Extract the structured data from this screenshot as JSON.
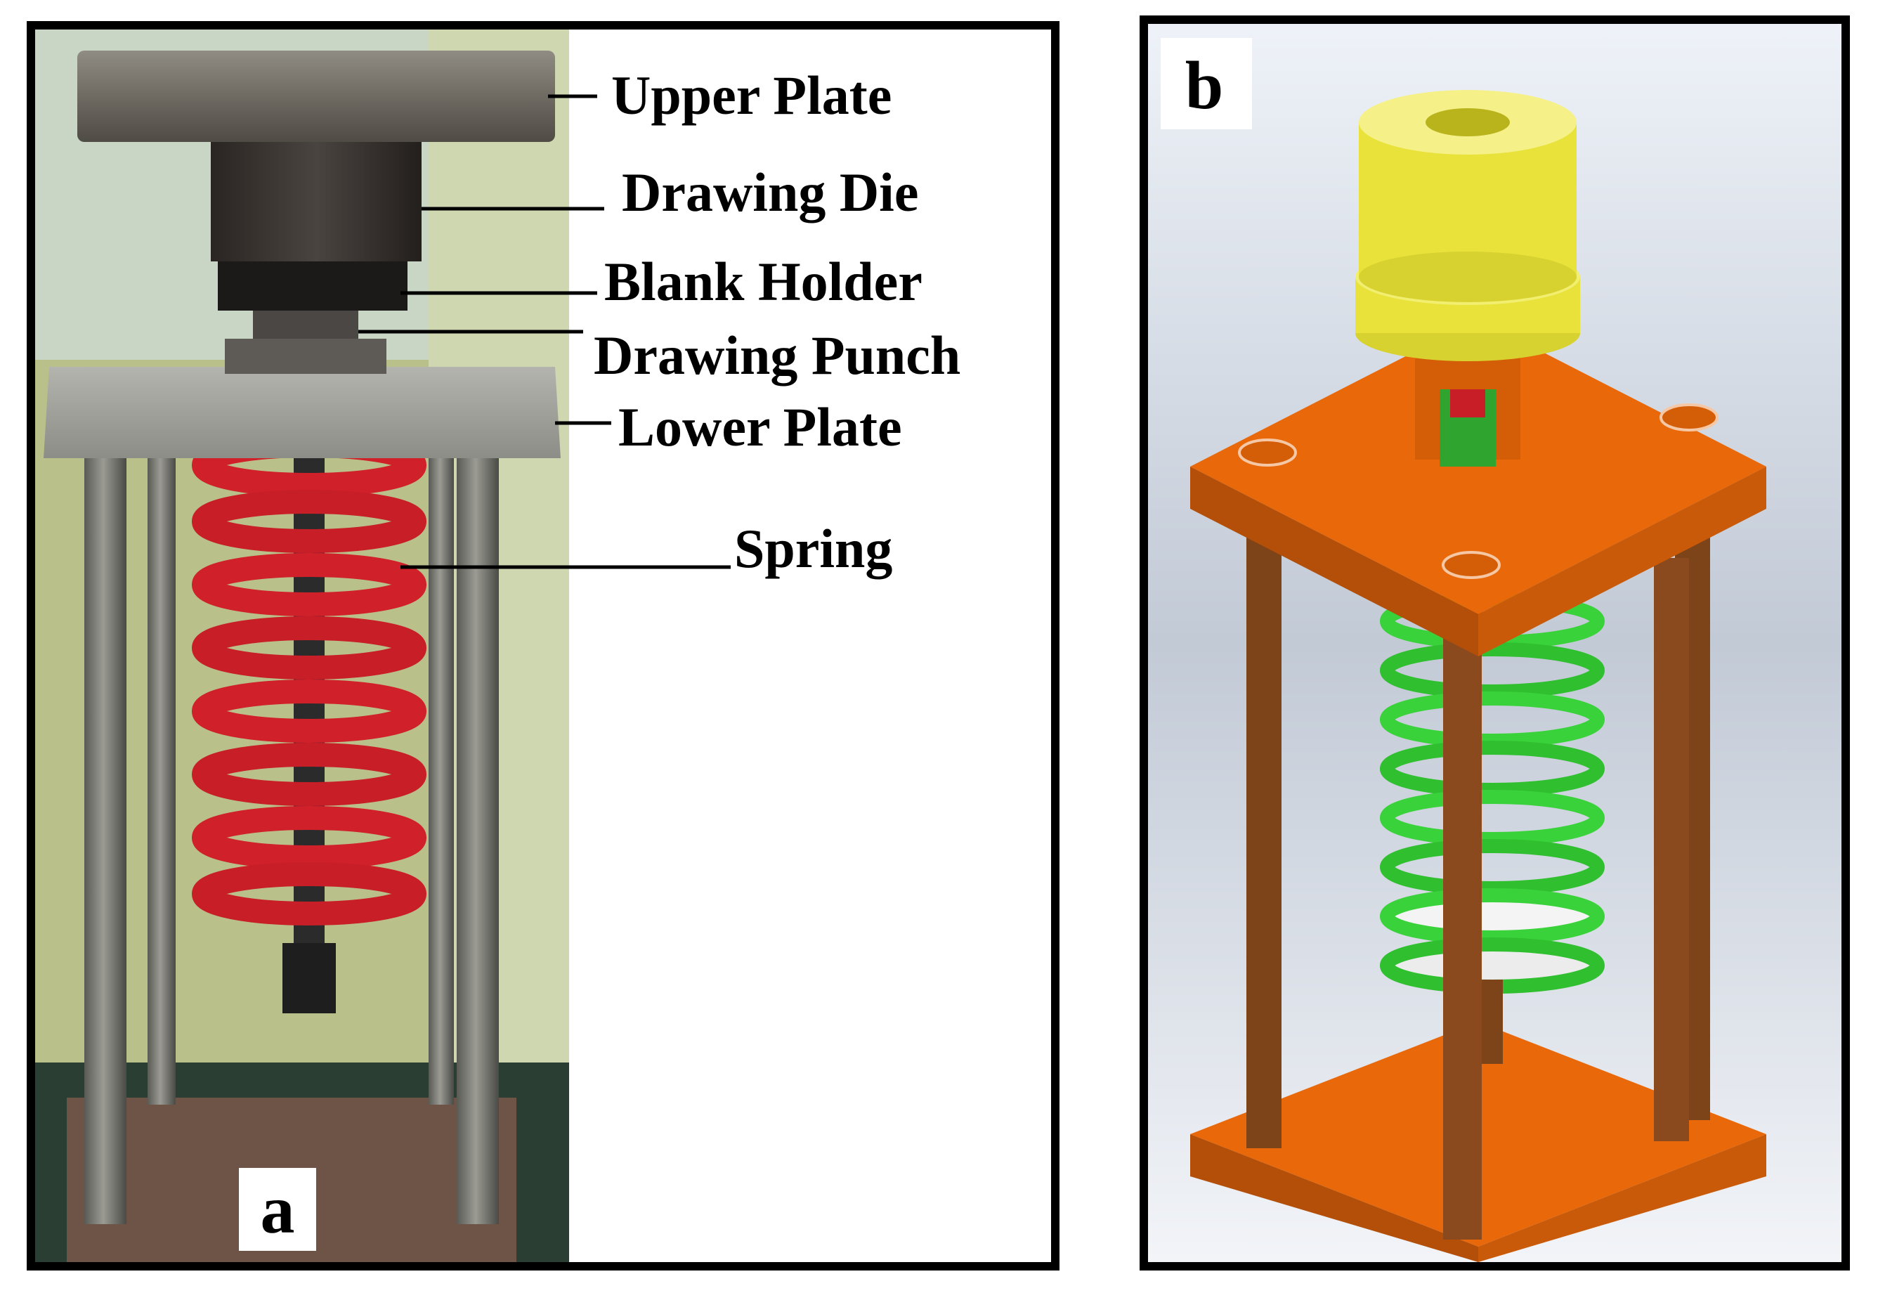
{
  "panel_a": {
    "tag": "a",
    "labels": {
      "upper_plate": "Upper Plate",
      "drawing_die": "Drawing Die",
      "blank_holder": "Blank Holder",
      "drawing_punch": "Drawing Punch",
      "lower_plate": "Lower Plate",
      "spring": "Spring"
    }
  },
  "panel_b": {
    "tag": "b"
  },
  "colors": {
    "spring_photo": "#d0202a",
    "spring_cad": "#3ad23a",
    "plate_cad": "#e8680a",
    "rod_cad": "#8a4a1e",
    "die_cad": "#e8e23a"
  }
}
